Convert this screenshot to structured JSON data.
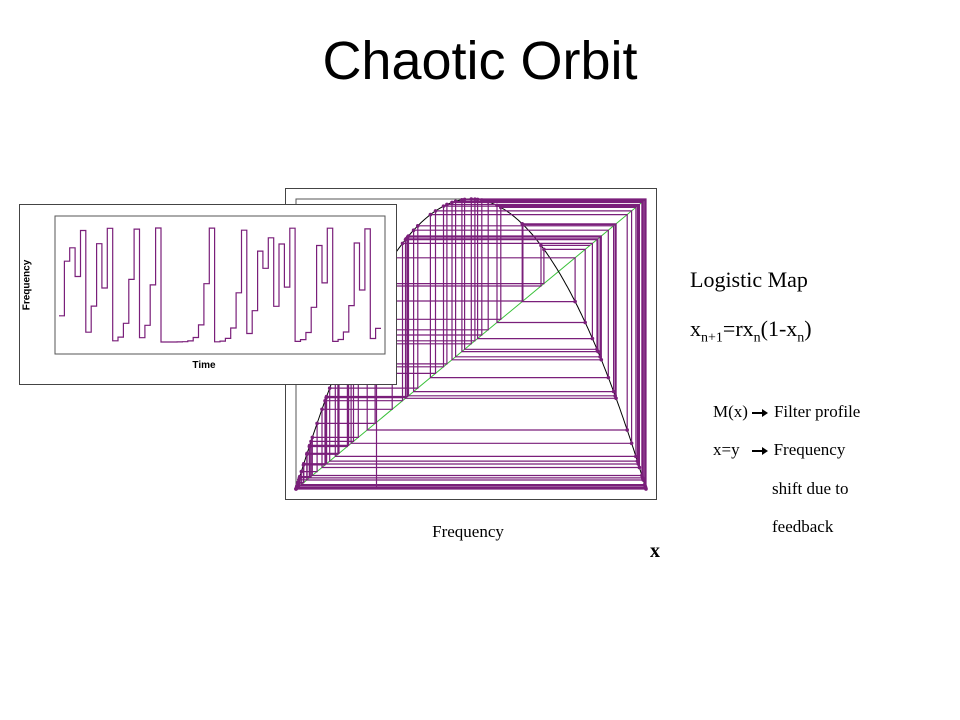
{
  "title": "Chaotic Orbit",
  "map": {
    "label": "Logistic Map",
    "equation": {
      "lhs": "x",
      "lhs_sub": "n+1",
      "mid": "=rx",
      "mid_sub": "n",
      "rhs_open": "(1-x",
      "rhs_sub": "n",
      "rhs_close": ")"
    }
  },
  "legend": [
    {
      "left": "M(x)",
      "right": "Filter profile"
    },
    {
      "left": "x=y",
      "right": "Frequency"
    }
  ],
  "note": [
    "shift due to",
    "feedback"
  ],
  "cobweb": {
    "bottom_label": "Frequency",
    "axis_label": "x"
  },
  "timeseries": {
    "xlabel": "Time",
    "ylabel": "Frequency"
  },
  "chart_data": {
    "type": "line",
    "r": 4.0,
    "x0": 0.23,
    "iterations": 60,
    "cobweb_iterations": 90,
    "series": [],
    "colors": {
      "orbit": "#7a1f7a",
      "diagonal": "#38c038",
      "curve": "#000000"
    }
  }
}
